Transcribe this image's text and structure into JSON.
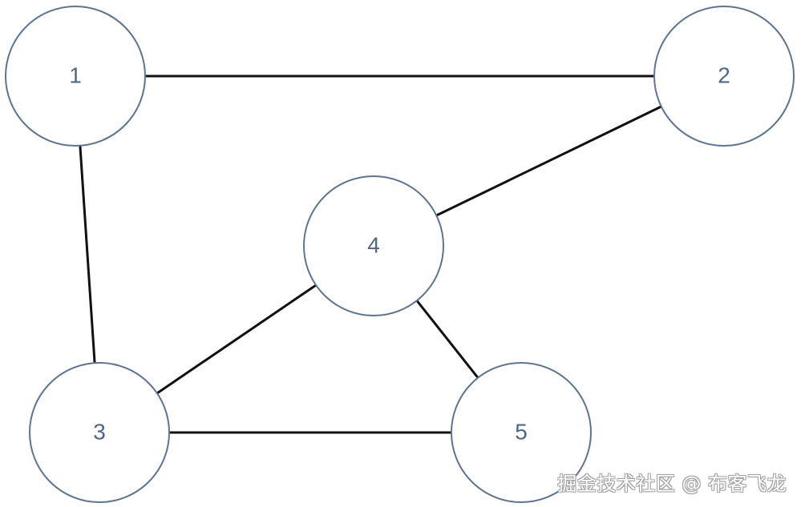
{
  "graph": {
    "nodes": [
      {
        "id": "1",
        "label": "1"
      },
      {
        "id": "2",
        "label": "2"
      },
      {
        "id": "3",
        "label": "3"
      },
      {
        "id": "4",
        "label": "4"
      },
      {
        "id": "5",
        "label": "5"
      }
    ],
    "edges": [
      {
        "from": "1",
        "to": "2"
      },
      {
        "from": "1",
        "to": "3"
      },
      {
        "from": "2",
        "to": "4"
      },
      {
        "from": "3",
        "to": "4"
      },
      {
        "from": "3",
        "to": "5"
      },
      {
        "from": "4",
        "to": "5"
      }
    ]
  },
  "watermark": {
    "text": "掘金技术社区 @ 布客飞龙"
  },
  "colors": {
    "node_stroke": "#5b7596",
    "label": "#4e6889",
    "edge": "#111111"
  }
}
